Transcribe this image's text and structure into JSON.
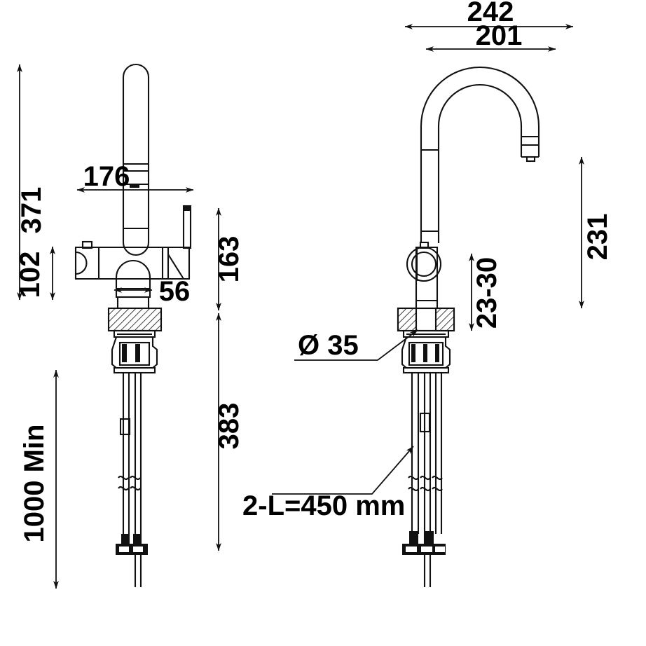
{
  "drawing": {
    "title": "Kitchen mixer tap dimensional drawing",
    "units": "mm",
    "line_color": "#1a1a1a",
    "background_color": "#ffffff",
    "views": [
      {
        "name": "front-view",
        "position": "left"
      },
      {
        "name": "side-view",
        "position": "right"
      }
    ]
  },
  "dimensions": {
    "front": {
      "total_height": "371",
      "body_height": "102",
      "spout_reach": "176",
      "body_depth": "56",
      "upper_stack": "163",
      "lower_stack": "383",
      "install_min": "1000 Min"
    },
    "side": {
      "outer_reach": "242",
      "inner_reach": "201",
      "spout_height": "231",
      "deck_thickness": "23-30",
      "hole_diameter": "Ø 35",
      "hose_length": "2-L=450 mm"
    }
  },
  "labels": {
    "d371": "371",
    "d102": "102",
    "d176": "176",
    "d56": "56",
    "d163": "163",
    "d383": "383",
    "d1000": "1000 Min",
    "d242": "242",
    "d201": "201",
    "d231": "231",
    "d2330": "23-30",
    "dia35": "Ø 35",
    "hose": "2-L=450 mm"
  }
}
